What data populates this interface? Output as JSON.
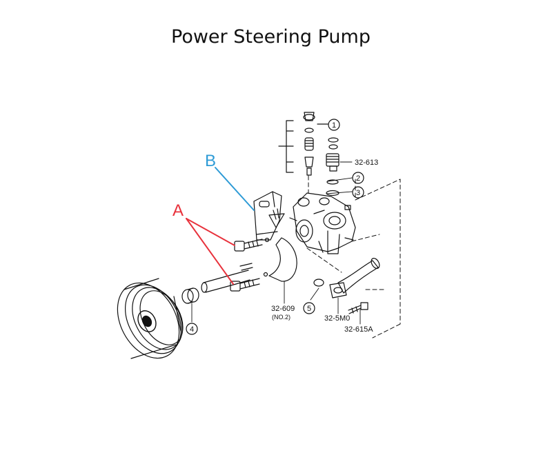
{
  "title": "Power Steering Pump",
  "annotations": {
    "A": {
      "text": "A",
      "color": "#e8323c"
    },
    "B": {
      "text": "B",
      "color": "#2e9bd6"
    }
  },
  "callouts": [
    "1",
    "2",
    "3",
    "4",
    "5"
  ],
  "part_numbers": {
    "p32_613": "32-613",
    "p32_609": "32-609",
    "p32_609_note": "(NO.2)",
    "p32_5m0": "32-5M0",
    "p32_615a": "32-615A"
  },
  "colors": {
    "line": "#111111",
    "background": "#ffffff"
  }
}
